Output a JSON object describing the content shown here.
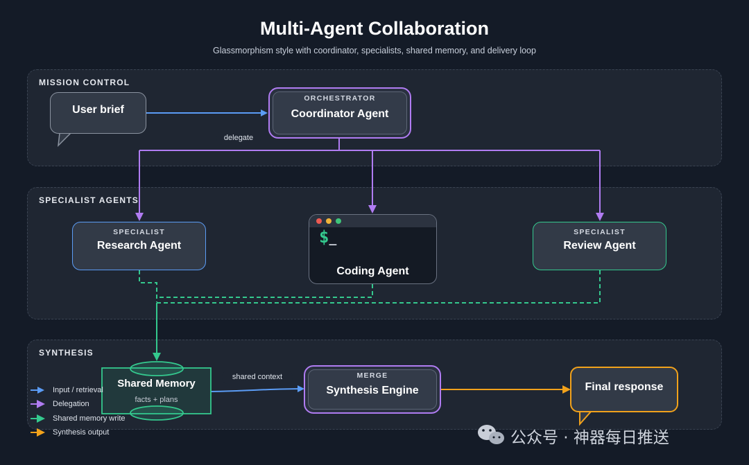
{
  "header": {
    "title": "Multi-Agent Collaboration",
    "subtitle": "Glassmorphism style with coordinator, specialists, shared memory, and delivery loop"
  },
  "bands": {
    "mission": "MISSION CONTROL",
    "specialists": "SPECIALIST AGENTS",
    "synthesis": "SYNTHESIS"
  },
  "nodes": {
    "user_brief": "User brief",
    "orchestrator_kicker": "ORCHESTRATOR",
    "coordinator": "Coordinator Agent",
    "research_kicker": "SPECIALIST",
    "research": "Research Agent",
    "terminal_prompt": "$",
    "terminal_cursor": "_",
    "coding": "Coding Agent",
    "review_kicker": "SPECIALIST",
    "review": "Review Agent",
    "memory": "Shared Memory",
    "memory_sub": "facts + plans",
    "merge_kicker": "MERGE",
    "synthesis": "Synthesis Engine",
    "final": "Final response"
  },
  "edge_labels": {
    "delegate": "delegate",
    "shared_context": "shared context"
  },
  "legend": [
    {
      "label": "Input / retrieval",
      "color": "#5b9cf5"
    },
    {
      "label": "Delegation",
      "color": "#b07cf2"
    },
    {
      "label": "Shared memory write",
      "color": "#34c98e"
    },
    {
      "label": "Synthesis output",
      "color": "#f2a21b"
    }
  ],
  "watermark": "公众号 · 神器每日推送",
  "colors": {
    "input": "#5b9cf5",
    "delegation": "#b07cf2",
    "memory": "#34c98e",
    "output": "#f2a21b"
  }
}
